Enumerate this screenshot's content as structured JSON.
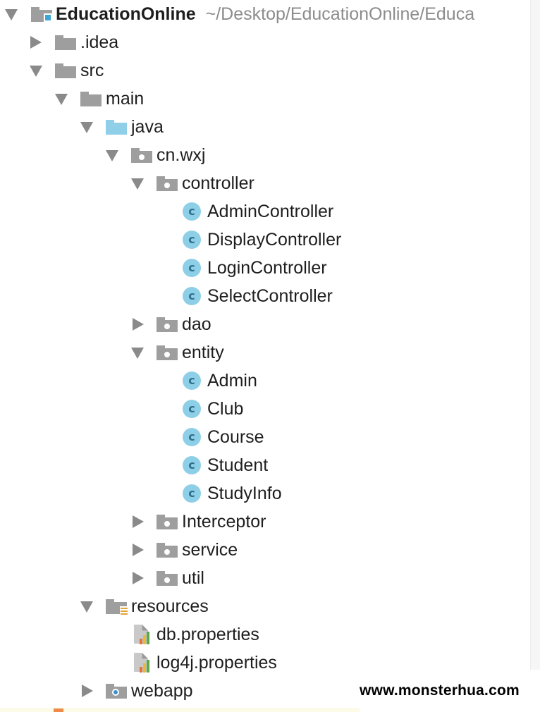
{
  "project": {
    "name": "EducationOnline",
    "path": "~/Desktop/EducationOnline/Educa"
  },
  "tree": [
    {
      "label": "EducationOnline",
      "type": "module-folder",
      "expanded": true
    },
    {
      "label": ".idea",
      "type": "folder",
      "expanded": false
    },
    {
      "label": "src",
      "type": "folder",
      "expanded": true
    },
    {
      "label": "main",
      "type": "folder",
      "expanded": true
    },
    {
      "label": "java",
      "type": "source-folder",
      "expanded": true
    },
    {
      "label": "cn.wxj",
      "type": "package",
      "expanded": true
    },
    {
      "label": "controller",
      "type": "package",
      "expanded": true
    },
    {
      "label": "AdminController",
      "type": "class"
    },
    {
      "label": "DisplayController",
      "type": "class"
    },
    {
      "label": "LoginController",
      "type": "class"
    },
    {
      "label": "SelectController",
      "type": "class"
    },
    {
      "label": "dao",
      "type": "package",
      "expanded": false
    },
    {
      "label": "entity",
      "type": "package",
      "expanded": true
    },
    {
      "label": "Admin",
      "type": "class"
    },
    {
      "label": "Club",
      "type": "class"
    },
    {
      "label": "Course",
      "type": "class"
    },
    {
      "label": "Student",
      "type": "class"
    },
    {
      "label": "StudyInfo",
      "type": "class"
    },
    {
      "label": "Interceptor",
      "type": "package",
      "expanded": false
    },
    {
      "label": "service",
      "type": "package",
      "expanded": false
    },
    {
      "label": "util",
      "type": "package",
      "expanded": false
    },
    {
      "label": "resources",
      "type": "resources-folder",
      "expanded": true
    },
    {
      "label": "db.properties",
      "type": "properties-file"
    },
    {
      "label": "log4j.properties",
      "type": "properties-file"
    },
    {
      "label": "webapp",
      "type": "web-folder",
      "expanded": false
    }
  ],
  "class_icon_letter": "c",
  "watermark": "www.monsterhua.com",
  "colors": {
    "folder": "#9e9e9e",
    "source_folder": "#8fd0e8",
    "class_icon": "#8ecfe8",
    "arrow": "#8a8a8a",
    "path_text": "#8c8c8c"
  }
}
